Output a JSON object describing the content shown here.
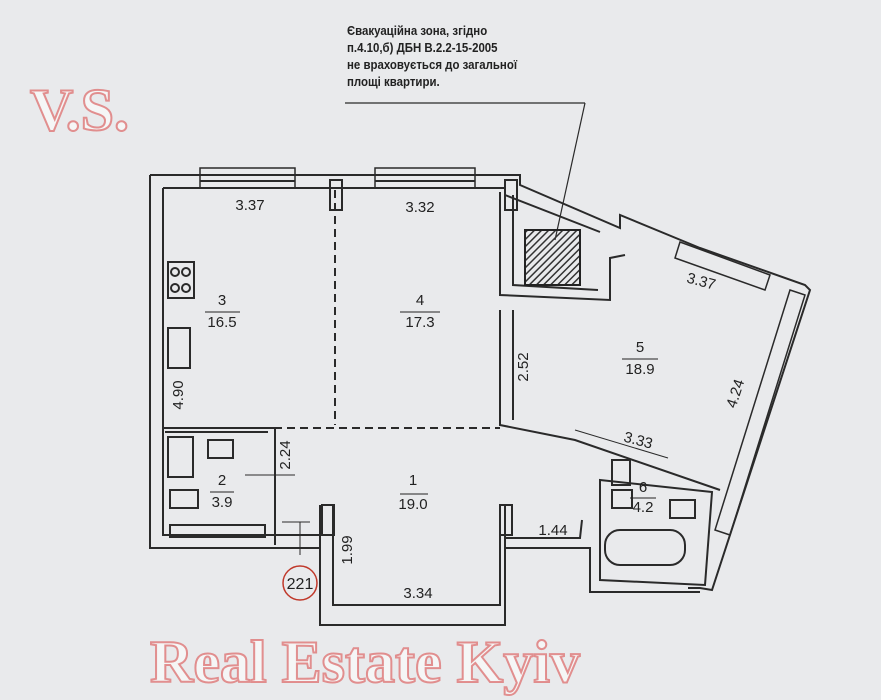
{
  "note": {
    "lines": [
      "Євакуаційна зона, згідно",
      "п.4.10,б) ДБН В.2.2-15-2005",
      "не враховується до загальної",
      "площі квартири."
    ]
  },
  "rooms": [
    {
      "number": "1",
      "area": "19.0"
    },
    {
      "number": "2",
      "area": "3.9"
    },
    {
      "number": "3",
      "area": "16.5"
    },
    {
      "number": "4",
      "area": "17.3"
    },
    {
      "number": "5",
      "area": "18.9"
    },
    {
      "number": "6",
      "area": "4.2"
    }
  ],
  "dimensions": [
    "3.37",
    "3.32",
    "3.37",
    "4.90",
    "2.24",
    "2.52",
    "4.24",
    "3.33",
    "1.44",
    "1.99",
    "3.34"
  ],
  "apartment_number": "221",
  "watermark": [
    "Real Estate Kyiv",
    "V.S."
  ],
  "colors": {
    "walls": "#2a2a2a",
    "paper": "#e9eaec",
    "stamp": "#c0392b",
    "watermark": "#dc6e6e"
  }
}
